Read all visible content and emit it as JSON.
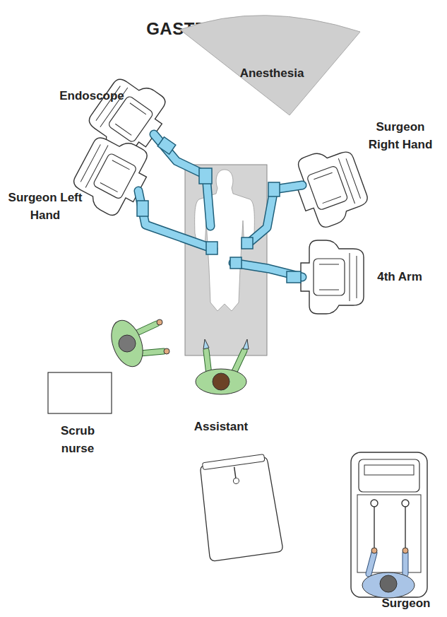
{
  "diagram": {
    "title": "GASTRIC BYPASS",
    "nodes": [
      {
        "text": [
          "Anesthesia"
        ]
      }
    ],
    "labels": [
      "Endoscope",
      "Surgeon Right Hand",
      "Surgeon Left Hand",
      "4th Arm",
      "Scrub nurse",
      "Assistant",
      "Surgeon"
    ]
  }
}
